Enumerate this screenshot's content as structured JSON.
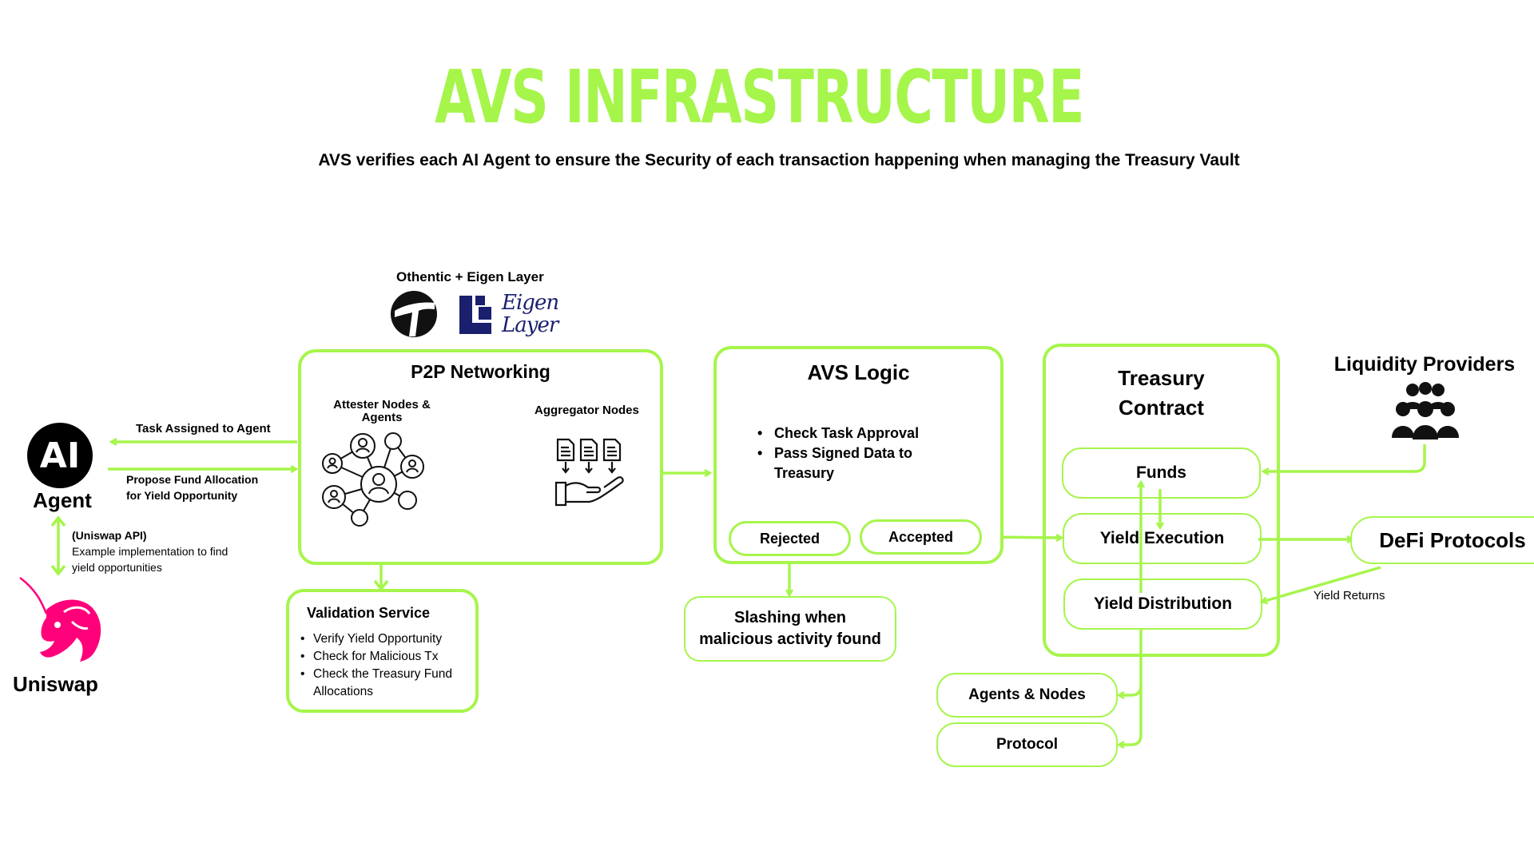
{
  "title": "AVS INFRASTRUCTURE",
  "subtitle": "AVS verifies each AI Agent to ensure the Security of each transaction happening when managing the Treasury Vault",
  "colors": {
    "accent": "#a6f54b",
    "uniswap": "#ff007a",
    "eigen": "#1a1f6e"
  },
  "agent": {
    "logo_text": "AI",
    "label": "Agent"
  },
  "uniswap": {
    "label": "Uniswap",
    "api_title": "(Uniswap API)",
    "api_desc_1": "Example implementation to find",
    "api_desc_2": "yield opportunities"
  },
  "arrows": {
    "task_assigned": "Task Assigned to Agent",
    "propose_1": "Propose Fund Allocation",
    "propose_2": "for Yield Opportunity",
    "yield_returns": "Yield Returns"
  },
  "othentic": {
    "label": "Othentic + Eigen Layer",
    "eigen_word_1": "Eigen",
    "eigen_word_2": "Layer"
  },
  "p2p": {
    "title": "P2P Networking",
    "attester_1": "Attester Nodes &",
    "attester_2": "Agents",
    "aggregator": "Aggregator Nodes"
  },
  "validation": {
    "title": "Validation Service",
    "items": [
      "Verify Yield Opportunity",
      "Check for Malicious Tx",
      "Check the Treasury Fund",
      "Allocations"
    ]
  },
  "avs_logic": {
    "title": "AVS Logic",
    "items": [
      "Check Task Approval",
      "Pass Signed Data to",
      "Treasury"
    ],
    "rejected": "Rejected",
    "accepted": "Accepted"
  },
  "slashing": {
    "line_1": "Slashing when",
    "line_2": "malicious activity found"
  },
  "treasury": {
    "title_1": "Treasury",
    "title_2": "Contract",
    "funds": "Funds",
    "yield_execution": "Yield Execution",
    "yield_distribution": "Yield Distribution"
  },
  "liquidity": {
    "label": "Liquidity Providers"
  },
  "defi": {
    "label": "DeFi Protocols"
  },
  "distribution_targets": {
    "agents_nodes": "Agents & Nodes",
    "protocol": "Protocol"
  }
}
